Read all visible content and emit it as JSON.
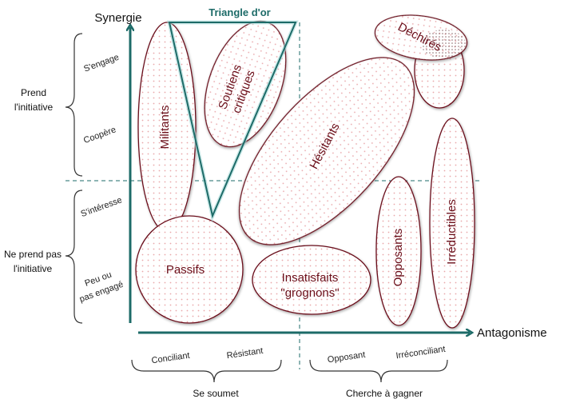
{
  "axes": {
    "y_label": "Synergie",
    "x_label": "Antagonisme"
  },
  "left_groups": [
    {
      "label_lines": [
        "Prend",
        "l'initiative"
      ],
      "sub": [
        "S'engage",
        "Coopère"
      ]
    },
    {
      "label_lines": [
        "Ne prend pas",
        "l'initiative"
      ],
      "sub": [
        "S'intéresse",
        "Peu ou",
        "pas engagé"
      ]
    }
  ],
  "bottom_groups": [
    {
      "label": "Se soumet",
      "sub": [
        "Conciliant",
        "Résistant"
      ]
    },
    {
      "label": "Cherche à gagner",
      "sub": [
        "Opposant",
        "Irréconciliant"
      ]
    }
  ],
  "triangle_label": "Triangle d'or",
  "groups": {
    "militants": "Militants",
    "soutiens_1": "Soutiens",
    "soutiens_2": "critiques",
    "hesitants": "Hésitants",
    "dechires": "Déchirés",
    "passifs": "Passifs",
    "insatisfaits_1": "Insatisfaits",
    "insatisfaits_2": "\"grognons\"",
    "opposants": "Opposants",
    "irreductibles": "Irréductibles"
  },
  "colors": {
    "axis": "#1d6b68",
    "ellipse_stroke": "#6b0f1a",
    "ellipse_dots": "#e9a3a8"
  }
}
